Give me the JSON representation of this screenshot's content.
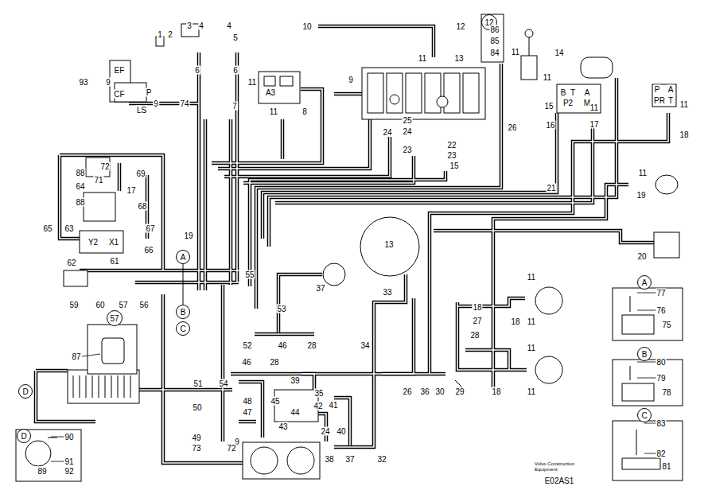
{
  "diagram": {
    "caption": "Volvo Construction Equipment",
    "nodes": [
      {
        "text": [
          "12"
        ]
      },
      {
        "text": [
          "A"
        ]
      },
      {
        "text": [
          "B"
        ]
      },
      {
        "text": [
          "C"
        ]
      },
      {
        "text": [
          "A"
        ]
      },
      {
        "text": [
          "57"
        ]
      },
      {
        "text": [
          "B"
        ]
      },
      {
        "text": [
          "D"
        ]
      },
      {
        "text": [
          "C"
        ]
      },
      {
        "text": [
          "D"
        ]
      }
    ],
    "edges": [
      {
        "from": 1,
        "to": 2,
        "arrow": "none"
      }
    ],
    "labels": [
      "1",
      "2",
      "3",
      "4",
      "4",
      "5",
      "10",
      "12",
      "86",
      "85",
      "84",
      "11",
      "13",
      "11",
      "14",
      "11",
      "B",
      "T",
      "A",
      "P2",
      "M",
      "15",
      "16",
      "11",
      "17",
      "P",
      "A",
      "PR",
      "T",
      "11",
      "18",
      "93",
      "9",
      "EF",
      "CF",
      "P",
      "LS",
      "9",
      "74",
      "6",
      "6",
      "11",
      "A3",
      "11",
      "7",
      "8",
      "9",
      "24",
      "25",
      "24",
      "23",
      "22",
      "23",
      "15",
      "26",
      "72",
      "88",
      "69",
      "71",
      "64",
      "17",
      "88",
      "68",
      "21",
      "11",
      "19",
      "65",
      "63",
      "67",
      "19",
      "Y2",
      "X1",
      "66",
      "13",
      "20",
      "62",
      "61",
      "55",
      "11",
      "37",
      "33",
      "77",
      "59",
      "60",
      "57",
      "56",
      "18",
      "53",
      "76",
      "27",
      "11",
      "18",
      "75",
      "28",
      "52",
      "46",
      "28",
      "34",
      "11",
      "87",
      "28",
      "46",
      "80",
      "79",
      "39",
      "51",
      "54",
      "26",
      "36",
      "30",
      "29",
      "18",
      "11",
      "35",
      "78",
      "48",
      "45",
      "42",
      "41",
      "50",
      "44",
      "47",
      "83",
      "43",
      "24",
      "40",
      "90",
      "49",
      "9",
      "73",
      "72",
      "82",
      "38",
      "37",
      "32",
      "91",
      "81",
      "89",
      "92",
      "E02AS1"
    ]
  }
}
